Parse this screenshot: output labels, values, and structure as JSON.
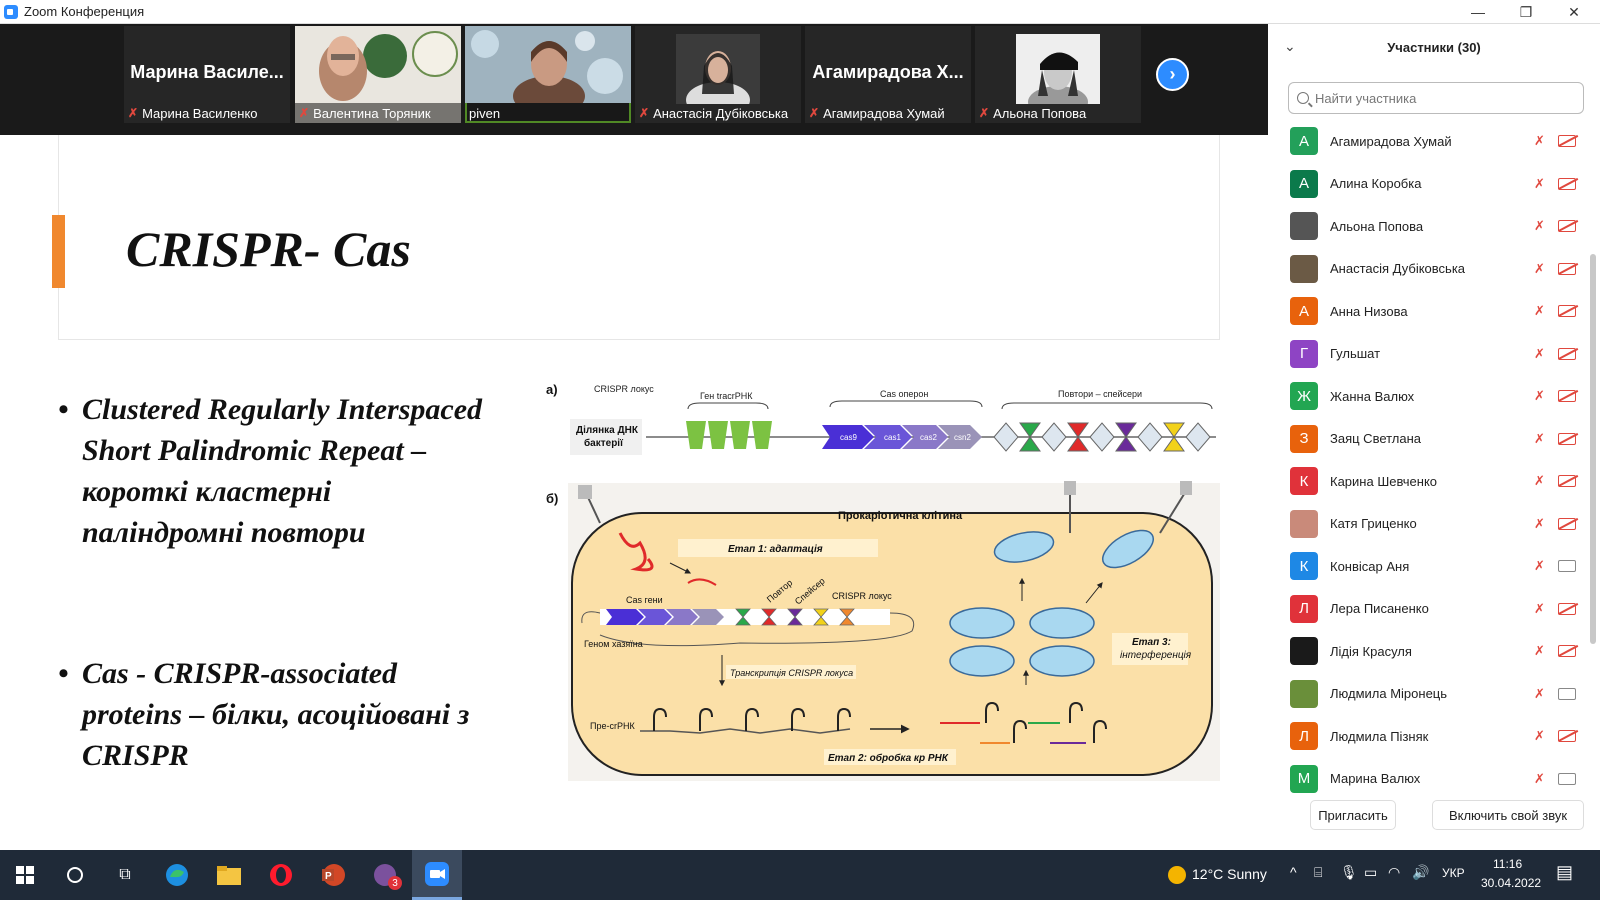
{
  "window": {
    "title": "Zoom Конференция",
    "minimize": "—",
    "restore": "❐",
    "close": "✕"
  },
  "strip": {
    "tiles": [
      {
        "big": "Марина  Василе...",
        "name": "Марина Василенко",
        "kind": "text"
      },
      {
        "name": "Валентина Торяник",
        "kind": "photo"
      },
      {
        "name": "piven",
        "kind": "photo",
        "active": true
      },
      {
        "name": "Анастасія Дубіковська",
        "kind": "photo"
      },
      {
        "big": "Агамирадова  Х...",
        "name": "Агамирадова Хумай",
        "kind": "text"
      },
      {
        "name": "Альона Попова",
        "kind": "photo"
      }
    ],
    "next": "›"
  },
  "slide": {
    "title": "CRISPR- Cas",
    "bullets": [
      "Clustered Regularly Interspaced Short Palindromic Repeat – короткі кластерні паліндромні повтори",
      "Cas - CRISPR-associated proteins – білки, асоційовані з CRISPR"
    ],
    "fig": {
      "a": "а)",
      "b": "б)",
      "locus": "CRISPR локус",
      "tracr": "Ген tracrРНК",
      "operon": "Cas оперон",
      "repeats": "Повтори – спейсери",
      "dna1": "Ділянка ДНК",
      "dna2": "бактерії",
      "cas9": "cas9",
      "cas1": "cas1",
      "cas2": "cas2",
      "csn2": "csn2",
      "cell": "Прокаріотична клітина",
      "stage1": "Етап 1: адаптація",
      "casgenes": "Cas гени",
      "repeat": "Повтор",
      "spacer": "Спейсер",
      "locus2": "CRISPR локус",
      "host": "Геном хазяїна",
      "transcr": "Транскрипція CRISPR локуса",
      "precr": "Пре-сrРНК",
      "stage2": "Етап 2: обробка кр РНК",
      "stage3a": "Етап 3:",
      "stage3b": "інтерференція"
    }
  },
  "panel": {
    "title": "Участники (30)",
    "search_placeholder": "Найти участника",
    "participants": [
      {
        "letter": "А",
        "name": "Агамирадова Хумай",
        "color": "#23a05a",
        "cam": "off"
      },
      {
        "letter": "А",
        "name": "Алина Коробка",
        "color": "#0b7a4b",
        "cam": "off"
      },
      {
        "letter": "",
        "name": "Альона Попова",
        "color": "#555555",
        "cam": "off"
      },
      {
        "letter": "",
        "name": "Анастасія Дубіковська",
        "color": "#6b5a45",
        "cam": "off"
      },
      {
        "letter": "А",
        "name": "Анна Низова",
        "color": "#e8620c",
        "cam": "off"
      },
      {
        "letter": "Г",
        "name": "Гульшат",
        "color": "#8e44c4",
        "cam": "off"
      },
      {
        "letter": "Ж",
        "name": "Жанна Валюх",
        "color": "#22a652",
        "cam": "off"
      },
      {
        "letter": "З",
        "name": "Заяц Светлана",
        "color": "#e8620c",
        "cam": "off"
      },
      {
        "letter": "К",
        "name": "Карина Шевченко",
        "color": "#e0323a",
        "cam": "off"
      },
      {
        "letter": "",
        "name": "Катя Гриценко",
        "color": "#c98a7a",
        "cam": "off"
      },
      {
        "letter": "К",
        "name": "Конвісар Аня",
        "color": "#1e88e5",
        "cam": "on"
      },
      {
        "letter": "Л",
        "name": "Лера Писаненко",
        "color": "#e0323a",
        "cam": "off"
      },
      {
        "letter": "",
        "name": "Лідія Красуля",
        "color": "#1a1a1a",
        "cam": "off"
      },
      {
        "letter": "",
        "name": "Людмила Міронець",
        "color": "#6a8f3a",
        "cam": "on"
      },
      {
        "letter": "Л",
        "name": "Людмила Пізняк",
        "color": "#e8620c",
        "cam": "off"
      },
      {
        "letter": "М",
        "name": "Марина Валюх",
        "color": "#22a652",
        "cam": "on"
      }
    ],
    "invite": "Пригласить",
    "unmute": "Включить свой звук"
  },
  "taskbar": {
    "weather": "12°C  Sunny",
    "lang": "УКР",
    "time": "11:16",
    "date": "30.04.2022",
    "badge": "3"
  }
}
